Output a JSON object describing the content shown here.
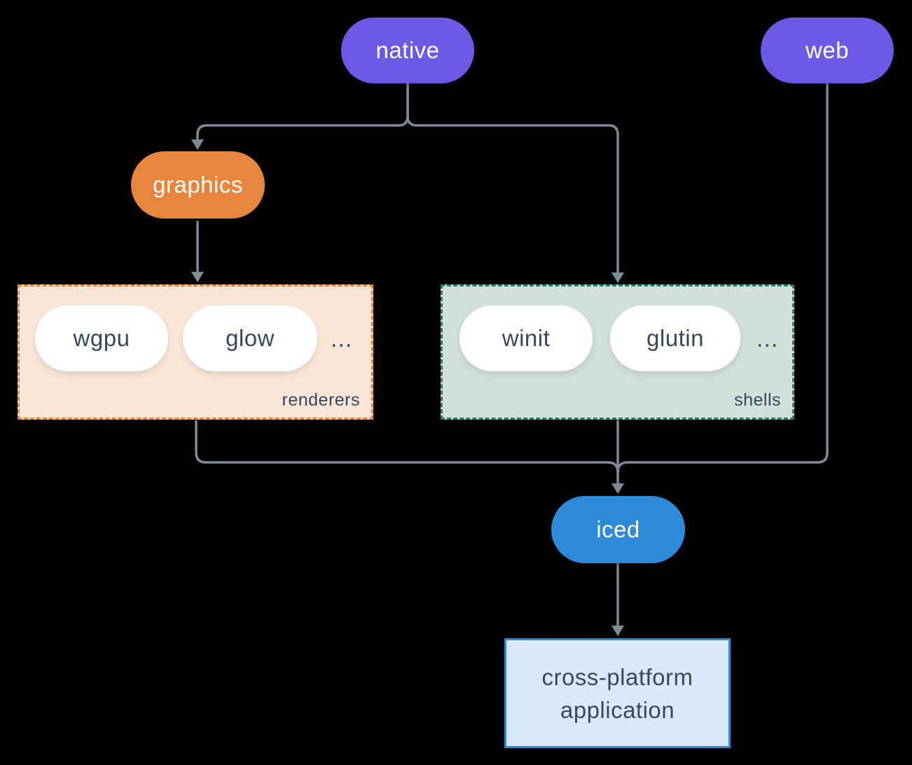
{
  "diagram": {
    "background": "#000000",
    "connector_color": "#7d8a97",
    "nodes": {
      "native": {
        "label": "native",
        "fill": "#6c5ae4",
        "text_color": "#ffffff"
      },
      "web": {
        "label": "web",
        "fill": "#6c5ae4",
        "text_color": "#ffffff"
      },
      "graphics": {
        "label": "graphics",
        "fill": "#e8853c",
        "text_color": "#ffffff"
      },
      "wgpu": {
        "label": "wgpu",
        "fill": "#ffffff",
        "text_color": "#35495c"
      },
      "glow": {
        "label": "glow",
        "fill": "#ffffff",
        "text_color": "#35495c"
      },
      "winit": {
        "label": "winit",
        "fill": "#ffffff",
        "text_color": "#35495c"
      },
      "glutin": {
        "label": "glutin",
        "fill": "#ffffff",
        "text_color": "#35495c"
      },
      "iced": {
        "label": "iced",
        "fill": "#2e89d8",
        "text_color": "#ffffff"
      },
      "application": {
        "line1": "cross-platform",
        "line2": "application",
        "fill": "#d9e9f9",
        "border": "#2e89d8",
        "text_color": "#35495c"
      }
    },
    "groups": {
      "renderers": {
        "label": "renderers",
        "ellipsis": "...",
        "fill": "#fae6d6",
        "border": "#e8853c",
        "members": [
          "wgpu",
          "glow"
        ]
      },
      "shells": {
        "label": "shells",
        "ellipsis": "...",
        "fill": "#d2e1da",
        "border": "#2b7a6a",
        "members": [
          "winit",
          "glutin"
        ]
      }
    },
    "edges": [
      {
        "from": "native",
        "to": "graphics"
      },
      {
        "from": "native",
        "to": "shells"
      },
      {
        "from": "graphics",
        "to": "renderers"
      },
      {
        "from": "renderers",
        "to": "iced"
      },
      {
        "from": "shells",
        "to": "iced"
      },
      {
        "from": "web",
        "to": "iced"
      },
      {
        "from": "iced",
        "to": "application"
      }
    ]
  }
}
